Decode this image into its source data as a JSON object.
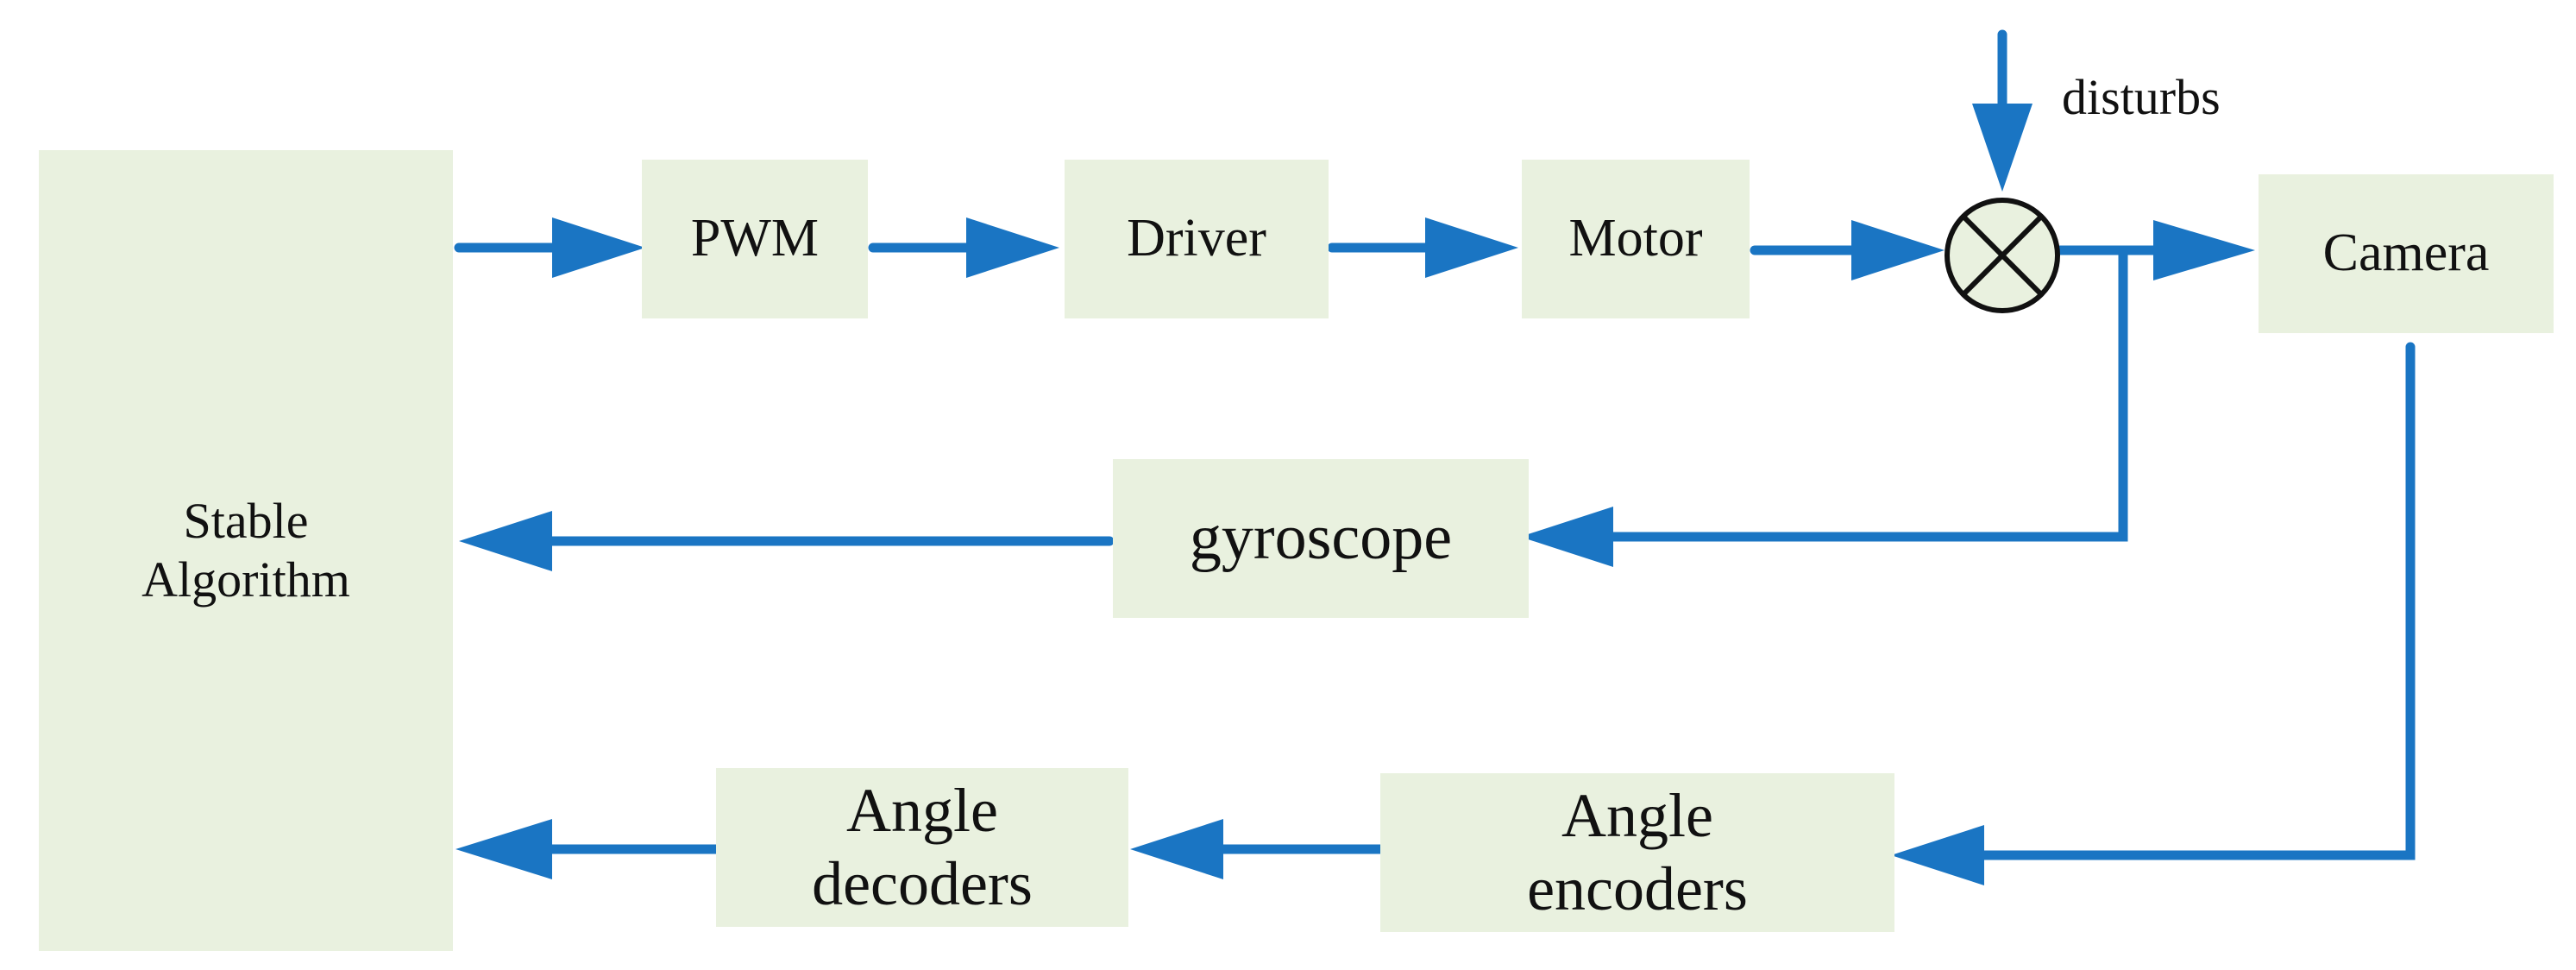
{
  "blocks": {
    "stable_algorithm": "Stable\nAlgorithm",
    "pwm": "PWM",
    "driver": "Driver",
    "motor": "Motor",
    "camera": "Camera",
    "gyroscope": "gyroscope",
    "angle_encoders": "Angle\nencoders",
    "angle_decoders": "Angle\ndecoders"
  },
  "disturbance_label": "disturbs",
  "colors": {
    "block_fill": "#e9f1df",
    "connector": "#1a75c3",
    "junction_fill": "#e9f1df",
    "text": "#111111"
  }
}
